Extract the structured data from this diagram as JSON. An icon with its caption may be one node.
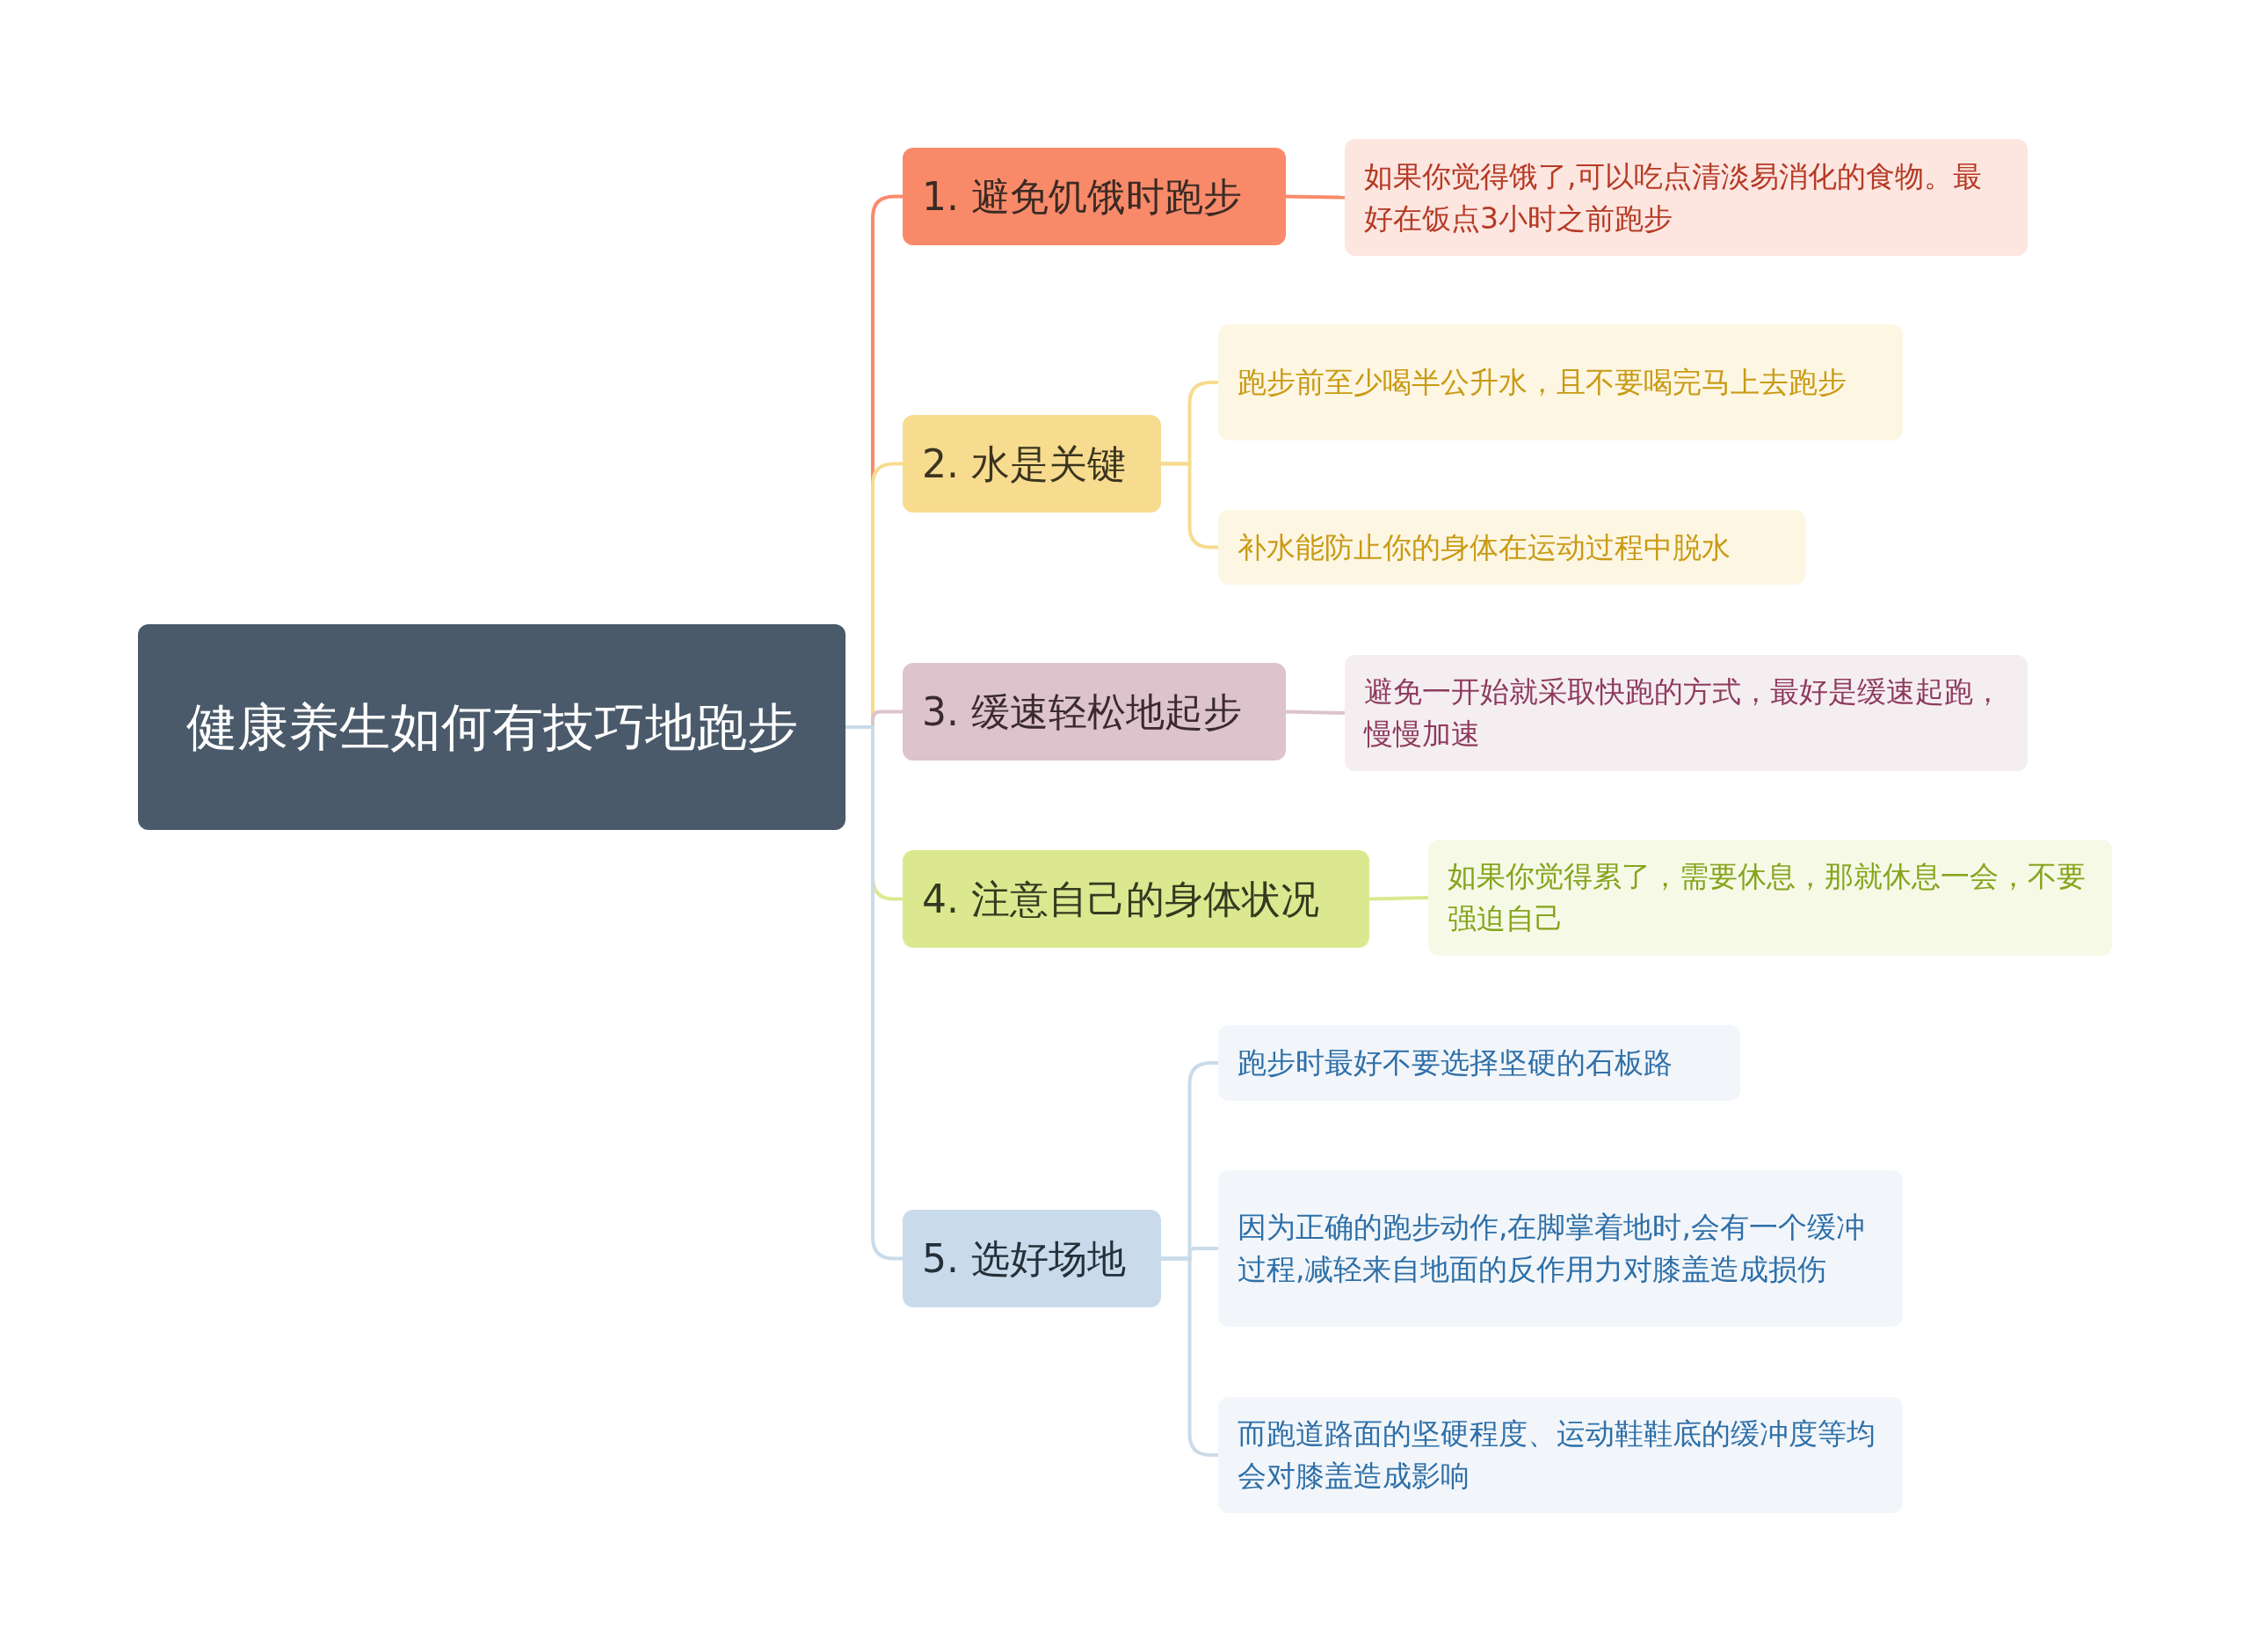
{
  "diagram": {
    "nodes": [
      {
        "text": [
          "健康养生如何有技巧地跑步"
        ]
      },
      {
        "text": [
          "1. 避免饥饿时跑步"
        ]
      },
      {
        "text": [
          "如果你觉得饿了,可以吃点清淡易消化的食物。最好在饭点3小时之前跑步"
        ]
      },
      {
        "text": [
          "2. 水是关键"
        ]
      },
      {
        "text": [
          "跑步前至少喝半公升水，且不要喝完马上去跑步"
        ]
      },
      {
        "text": [
          "补水能防止你的身体在运动过程中脱水"
        ]
      },
      {
        "text": [
          "3. 缓速轻松地起步"
        ]
      },
      {
        "text": [
          "避免一开始就采取快跑的方式，最好是缓速起跑，慢慢加速"
        ]
      },
      {
        "text": [
          "4. 注意自己的身体状况"
        ]
      },
      {
        "text": [
          "如果你觉得累了，需要休息，那就休息一会，不要强迫自己"
        ]
      },
      {
        "text": [
          "5. 选好场地"
        ]
      },
      {
        "text": [
          "跑步时最好不要选择坚硬的石板路"
        ]
      },
      {
        "text": [
          "因为正确的跑步动作,在脚掌着地时,会有一个缓冲过程,减轻来自地面的反作用力对膝盖造成损伤"
        ]
      },
      {
        "text": [
          "而跑道路面的坚硬程度、运动鞋鞋底的缓冲度等均会对膝盖造成影响"
        ]
      }
    ],
    "edges": [
      {
        "from": 0,
        "to": 1,
        "arrow": "none",
        "color": "#f88a6a"
      },
      {
        "from": 1,
        "to": 2,
        "arrow": "none",
        "color": "#f88a6a"
      },
      {
        "from": 0,
        "to": 3,
        "arrow": "none",
        "color": "#f7dc8f"
      },
      {
        "from": 3,
        "to": 4,
        "arrow": "none",
        "color": "#f7dc8f"
      },
      {
        "from": 3,
        "to": 5,
        "arrow": "none",
        "color": "#f7dc8f"
      },
      {
        "from": 0,
        "to": 6,
        "arrow": "none",
        "color": "#dcc3cc"
      },
      {
        "from": 6,
        "to": 7,
        "arrow": "none",
        "color": "#dcc3cc"
      },
      {
        "from": 0,
        "to": 8,
        "arrow": "none",
        "color": "#dce88f"
      },
      {
        "from": 8,
        "to": 9,
        "arrow": "none",
        "color": "#dce88f"
      },
      {
        "from": 0,
        "to": 10,
        "arrow": "none",
        "color": "#c9dbea"
      },
      {
        "from": 10,
        "to": 11,
        "arrow": "none",
        "color": "#c9dbea"
      },
      {
        "from": 10,
        "to": 12,
        "arrow": "none",
        "color": "#c9dbea"
      },
      {
        "from": 10,
        "to": 13,
        "arrow": "none",
        "color": "#c9dbea"
      }
    ]
  }
}
